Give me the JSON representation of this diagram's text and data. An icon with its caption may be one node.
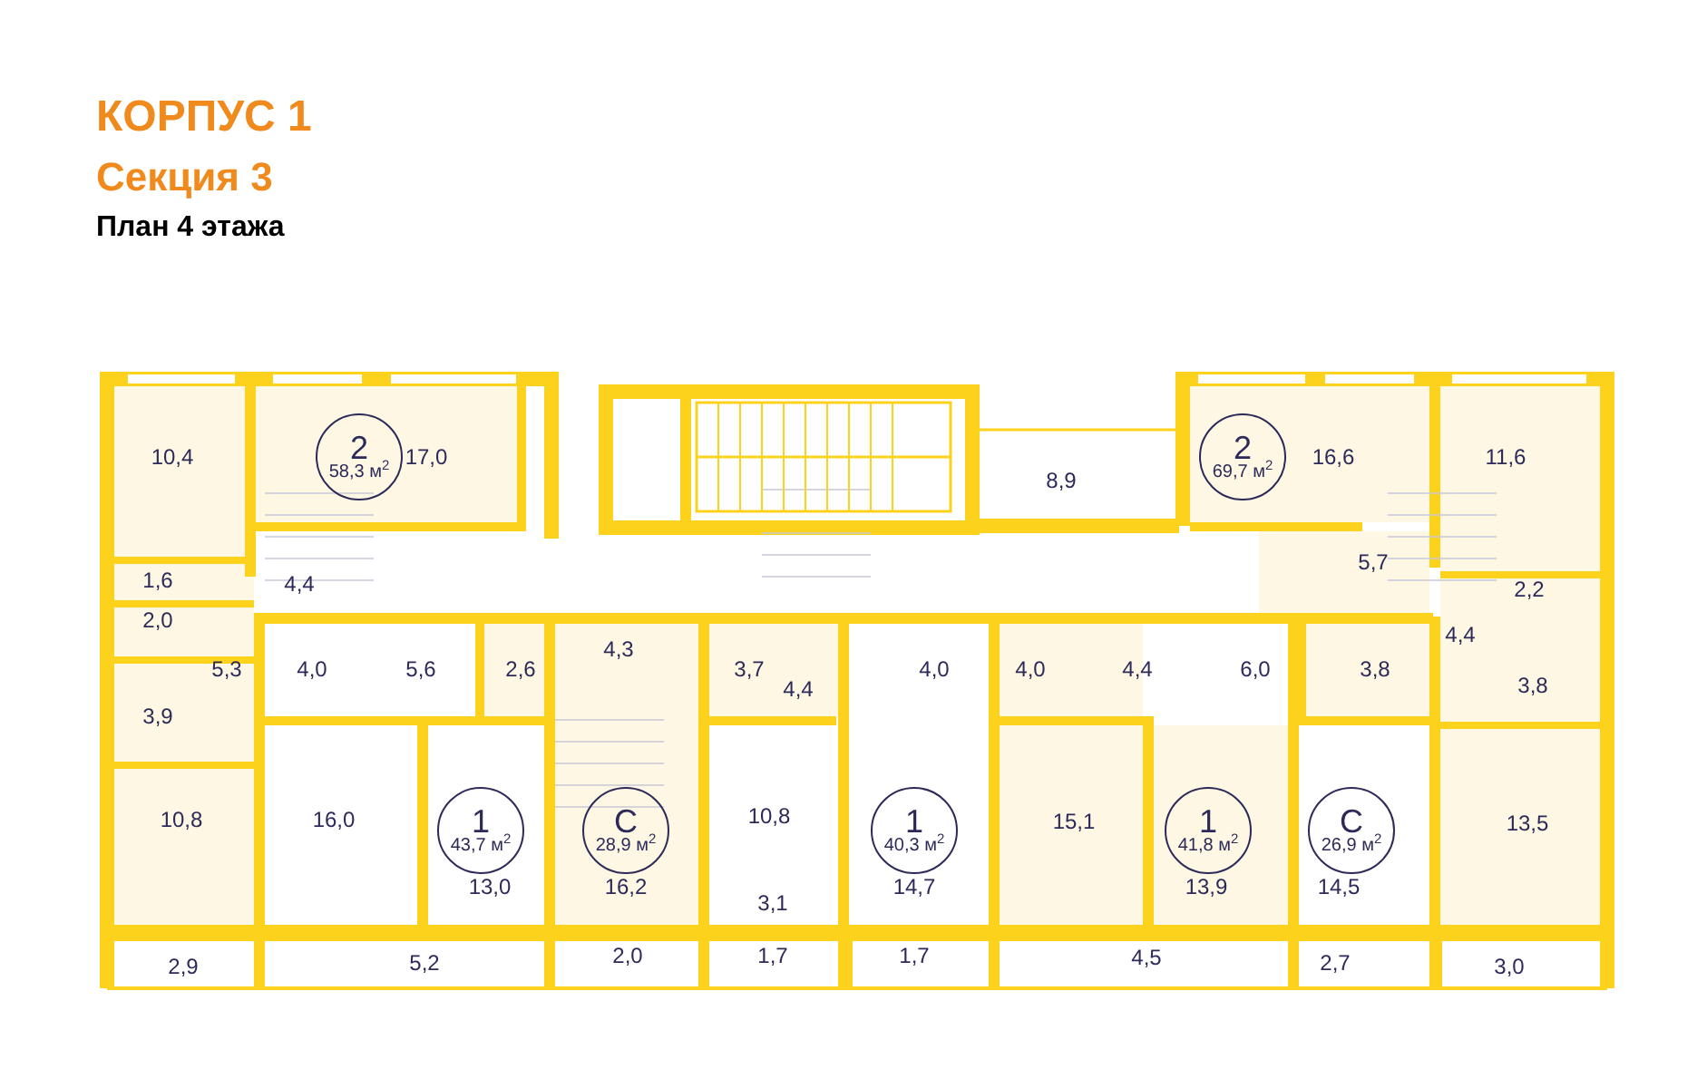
{
  "diagram": {
    "title": "КОРПУС 1",
    "nodes": [
      {
        "text": [
          "2",
          "58,3 м$^{2}$"
        ]
      },
      {
        "text": [
          "2",
          "69,7 м$^{2}$"
        ]
      },
      {
        "text": [
          "1",
          "43,7 м$^{2}$"
        ]
      },
      {
        "text": [
          "С",
          "28,9 м$^{2}$"
        ]
      },
      {
        "text": [
          "1",
          "40,3 м$^{2}$"
        ]
      },
      {
        "text": [
          "1",
          "41,8 м$^{2}$"
        ]
      },
      {
        "text": [
          "С",
          "26,9 м$^{2}$"
        ]
      }
    ],
    "labels": [
      "Секция 3",
      "План 4 этажа",
      "10,4",
      "17,0",
      "8,9",
      "16,6",
      "11,6",
      "1,6",
      "4,4",
      "5,7",
      "2,2",
      "2,0",
      "5,3",
      "4,0",
      "5,6",
      "2,6",
      "4,3",
      "3,7",
      "4,4",
      "4,0",
      "4,0",
      "4,4",
      "6,0",
      "3,8",
      "4,4",
      "3,8",
      "3,9",
      "10,8",
      "16,0",
      "10,8",
      "15,1",
      "13,5",
      "13,0",
      "16,2",
      "14,7",
      "13,9",
      "14,5",
      "3,1",
      "2,9",
      "5,2",
      "2,0",
      "1,7",
      "1,7",
      "4,5",
      "2,7",
      "3,0"
    ]
  }
}
